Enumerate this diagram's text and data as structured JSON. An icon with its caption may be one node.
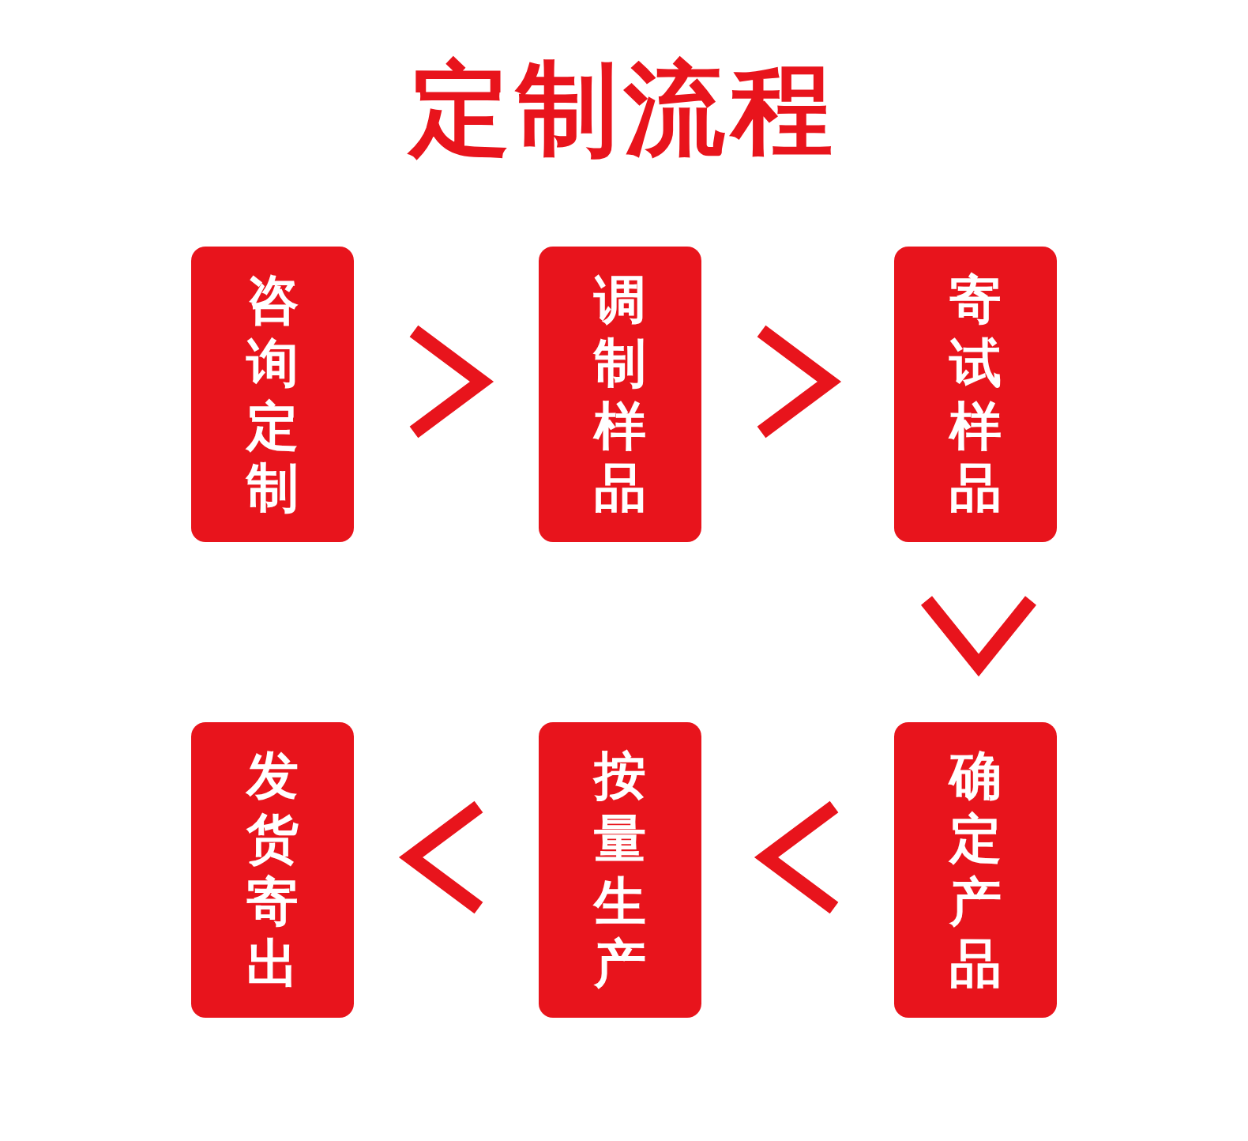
{
  "diagram": {
    "title": "定制流程",
    "nodes": [
      {
        "text": [
          "咨询定制"
        ]
      },
      {
        "text": [
          "调制样品"
        ]
      },
      {
        "text": [
          "寄试样品"
        ]
      },
      {
        "text": [
          "发货寄出"
        ]
      },
      {
        "text": [
          "按量生产"
        ]
      },
      {
        "text": [
          "确定产品"
        ]
      }
    ],
    "edges": [
      {
        "from": 0,
        "to": 1,
        "arrow": "to"
      },
      {
        "from": 1,
        "to": 2,
        "arrow": "to"
      },
      {
        "from": 2,
        "to": 5,
        "arrow": "to"
      },
      {
        "from": 5,
        "to": 4,
        "arrow": "to"
      },
      {
        "from": 4,
        "to": 3,
        "arrow": "to"
      }
    ]
  }
}
